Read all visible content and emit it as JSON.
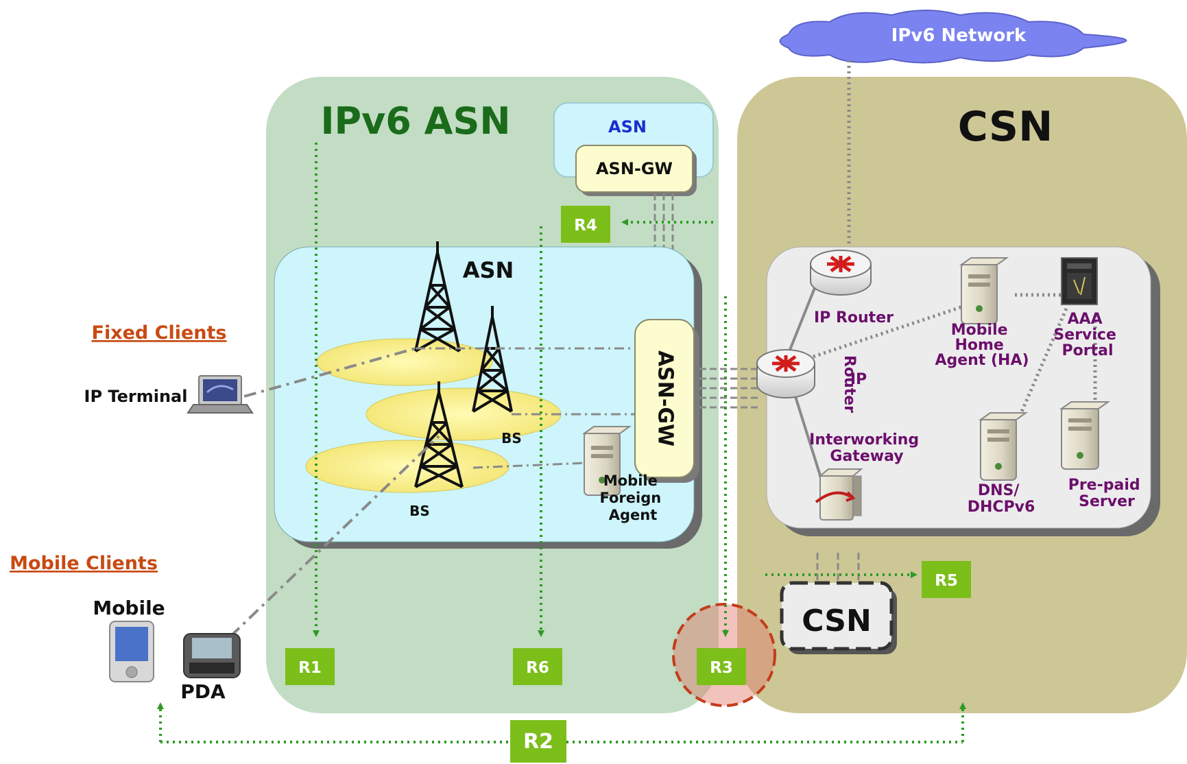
{
  "network_cloud": "IPv6 Network",
  "asn_region": {
    "title": "IPv6 ASN",
    "small_asn_label": "ASN",
    "small_gw_label": "ASN-GW",
    "inner_asn_label": "ASN",
    "inner_gw_label": "ASN-GW",
    "bs_labels": [
      "BS",
      "BS"
    ],
    "foreign_agent_label": [
      "Mobile",
      "Foreign",
      "Agent"
    ]
  },
  "csn_region": {
    "title": "CSN",
    "ip_router_top": "IP Router",
    "ip_router_side": [
      "IP",
      "Router"
    ],
    "home_agent": [
      "Mobile",
      "Home",
      "Agent (HA)"
    ],
    "aaa": [
      "AAA",
      "Service",
      "Portal"
    ],
    "interworking": [
      "Interworking",
      "Gateway"
    ],
    "dns": [
      "DNS/",
      "DHCPv6"
    ],
    "prepaid": [
      "Pre-paid",
      "Server"
    ],
    "csn_box": "CSN"
  },
  "clients": {
    "fixed_heading": "Fixed Clients",
    "ip_terminal": "IP Terminal",
    "mobile_heading": "Mobile Clients",
    "mobile": "Mobile",
    "pda": "PDA"
  },
  "reference_points": [
    "R1",
    "R2",
    "R3",
    "R4",
    "R5",
    "R6"
  ],
  "colors": {
    "asn_fill": "#c2ddc4",
    "csn_fill": "#cdc796",
    "inner_asn_fill": "#cdf5fb",
    "csn_inner_fill": "#ececec",
    "ref_box": "#7cbe1a",
    "arrow": "#2e9a24",
    "purple_text": "#6b0f6b",
    "orange_heading": "#c84a12",
    "asn_title": "#1a6b1a",
    "cloud": "#7a83f0"
  }
}
